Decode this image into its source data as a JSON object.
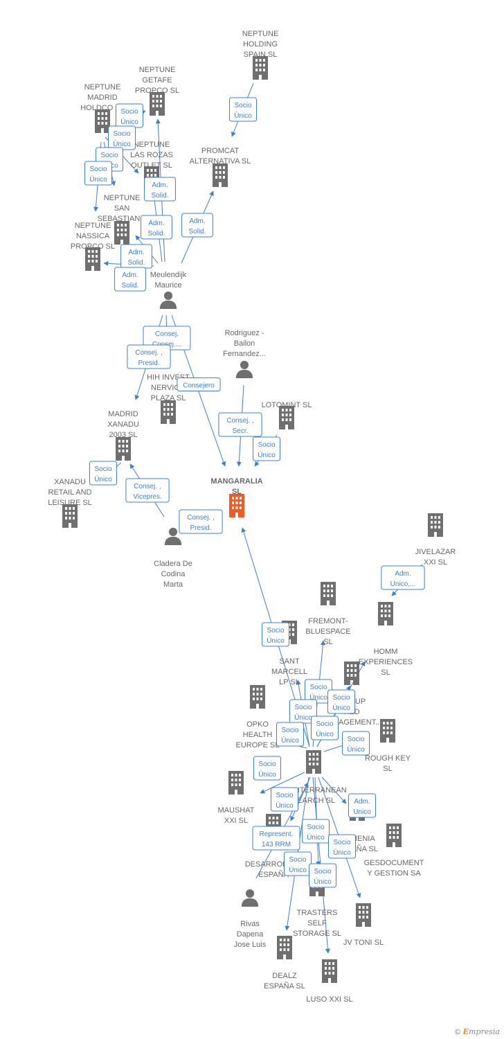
{
  "colors": {
    "building": "#6f6f6f",
    "focus": "#f15a24",
    "person": "#6f6f6f",
    "edge": "#3d7fd1"
  },
  "nodes": [
    {
      "id": "neptune_holding",
      "kind": "company",
      "label": [
        "NEPTUNE",
        "HOLDING",
        "SPAIN  SL"
      ]
    },
    {
      "id": "neptune_getafe",
      "kind": "company",
      "label": [
        "NEPTUNE",
        "GETAFE",
        "PROPCO  SL"
      ]
    },
    {
      "id": "neptune_madrid",
      "kind": "company",
      "label": [
        "NEPTUNE",
        "MADRID",
        "HOLDCO  SL"
      ]
    },
    {
      "id": "neptune_rozas",
      "kind": "company",
      "label": [
        "NEPTUNE",
        "LAS ROZAS",
        "OUTLET  SL"
      ]
    },
    {
      "id": "promcat",
      "kind": "company",
      "label": [
        "PROMCAT",
        "ALTERNATIVA SL"
      ]
    },
    {
      "id": "neptune_sebastian",
      "kind": "company",
      "label": [
        "NEPTUNE",
        "SAN",
        "SEBASTIAN..."
      ]
    },
    {
      "id": "neptune_nassica",
      "kind": "company",
      "label": [
        "NEPTUNE",
        "NASSICA",
        "PROPCO  SL"
      ]
    },
    {
      "id": "meulendijk",
      "kind": "person",
      "label": [
        "Meulendijk",
        "Maurice"
      ]
    },
    {
      "id": "rodriguez",
      "kind": "person",
      "label": [
        "Rodriguez -",
        "Bailon",
        "Fernandez..."
      ]
    },
    {
      "id": "hih",
      "kind": "company",
      "label": [
        "HIH INVEST",
        "NERVION",
        "PLAZA  SL"
      ]
    },
    {
      "id": "lotomint",
      "kind": "company",
      "label": [
        "LOTOMINT  SL"
      ]
    },
    {
      "id": "madrid_xanadu",
      "kind": "company",
      "label": [
        "MADRID",
        "XANADU",
        "2003 SL"
      ]
    },
    {
      "id": "mangaralia",
      "kind": "focus",
      "label": [
        "MANGARALIA",
        "SL"
      ]
    },
    {
      "id": "xanadu_retail",
      "kind": "company",
      "label": [
        "XANADU",
        "RETAIL AND",
        "LEISURE  SL"
      ]
    },
    {
      "id": "cladera",
      "kind": "person",
      "label": [
        "Cladera De",
        "Codina",
        "Marta"
      ]
    },
    {
      "id": "jivelazar",
      "kind": "company",
      "label": [
        "JIVELAZAR",
        "XXI  SL"
      ]
    },
    {
      "id": "fremont",
      "kind": "company",
      "label": [
        "FREMONT-",
        "BLUESPACE",
        "SL"
      ]
    },
    {
      "id": "homm",
      "kind": "company",
      "label": [
        "HOMM",
        "EXPERIENCES",
        "SL"
      ]
    },
    {
      "id": "sant_marcell",
      "kind": "company",
      "label": [
        "SANT",
        "MARCELL",
        "LP  SL"
      ]
    },
    {
      "id": "group_mgmt",
      "kind": "company",
      "label": [
        "GROUP",
        "RED",
        "MANAGEMENT..."
      ]
    },
    {
      "id": "opko",
      "kind": "company",
      "label": [
        "OPKO",
        "HEALTH",
        "EUROPE  SL"
      ]
    },
    {
      "id": "rough_key",
      "kind": "company",
      "label": [
        "ROUGH KEY",
        "SL"
      ]
    },
    {
      "id": "mediterranean",
      "kind": "company",
      "label": [
        "MEDITERRANEAN",
        "SEARCH SL"
      ]
    },
    {
      "id": "maushat",
      "kind": "company",
      "label": [
        "MAUSHAT",
        "XXI  SL"
      ]
    },
    {
      "id": "domenia",
      "kind": "company",
      "label": [
        "DOMENIA",
        "ESPAÑA SL"
      ]
    },
    {
      "id": "gesdocument",
      "kind": "company",
      "label": [
        "GESDOCUMENT",
        "Y GESTION SA"
      ]
    },
    {
      "id": "desarrollos",
      "kind": "company",
      "label": [
        "DESARROLLOS",
        "ESPAÑA"
      ]
    },
    {
      "id": "trasters",
      "kind": "company",
      "label": [
        "TRASTERS",
        "SELF",
        "STORAGE  SL"
      ]
    },
    {
      "id": "rivas",
      "kind": "person",
      "label": [
        "Rivas",
        "Dapena",
        "Jose Luis"
      ]
    },
    {
      "id": "jv_toni",
      "kind": "company",
      "label": [
        "JV TONI  SL"
      ]
    },
    {
      "id": "dealz",
      "kind": "company",
      "label": [
        "DEALZ",
        "ESPAÑA  SL"
      ]
    },
    {
      "id": "luso",
      "kind": "company",
      "label": [
        "LUSO XXI  SL"
      ]
    }
  ],
  "edges": [
    {
      "from": "neptune_holding",
      "to": "promcat",
      "label": [
        "Socio",
        "Único"
      ]
    },
    {
      "from": "meulendijk",
      "to": "promcat",
      "label": [
        "Adm.",
        "Solid."
      ]
    },
    {
      "from": "meulendijk",
      "to": "neptune_getafe",
      "label": [
        "Adm.",
        "Solid."
      ]
    },
    {
      "from": "meulendijk",
      "to": "neptune_rozas",
      "label": [
        "Adm.",
        "Solid."
      ]
    },
    {
      "from": "meulendijk",
      "to": "neptune_sebastian",
      "label": [
        "Adm.",
        "Solid."
      ]
    },
    {
      "from": "meulendijk",
      "to": "neptune_nassica",
      "label": [
        "Adm.",
        "Solid."
      ]
    },
    {
      "from": "neptune_madrid",
      "to": "neptune_getafe",
      "label": [
        "Socio",
        "Único"
      ]
    },
    {
      "from": "neptune_madrid",
      "to": "neptune_rozas",
      "label": [
        "Socio",
        "Único"
      ]
    },
    {
      "from": "neptune_madrid",
      "to": "neptune_sebastian",
      "label": [
        "Socio",
        "Único"
      ]
    },
    {
      "from": "neptune_madrid",
      "to": "neptune_nassica",
      "label": [
        "Socio",
        "Único"
      ]
    },
    {
      "from": "meulendijk",
      "to": "hih",
      "label": [
        "Consej.",
        "Consej...."
      ]
    },
    {
      "from": "meulendijk",
      "to": "madrid_xanadu",
      "label": [
        "Consej. ,",
        "Presid."
      ]
    },
    {
      "from": "meulendijk",
      "to": "mangaralia",
      "label": [
        "Consejero"
      ]
    },
    {
      "from": "rodriguez",
      "to": "mangaralia",
      "label": [
        "Consej. ,",
        "Secr."
      ]
    },
    {
      "from": "lotomint",
      "to": "mangaralia",
      "label": [
        "Socio",
        "Único"
      ]
    },
    {
      "from": "madrid_xanadu",
      "to": "xanadu_retail",
      "label": [
        "Socio",
        "Único"
      ]
    },
    {
      "from": "cladera",
      "to": "madrid_xanadu",
      "label": [
        "Consej. ,",
        "Vicepres."
      ]
    },
    {
      "from": "cladera",
      "to": "mangaralia",
      "label": [
        "Consej. ,",
        "Presid."
      ]
    },
    {
      "from": "jivelazar",
      "to": "homm",
      "label": [
        "Adm.",
        "Unico,..."
      ]
    },
    {
      "from": "mediterranean",
      "to": "mangaralia",
      "label": [
        "Socio",
        "Único"
      ]
    },
    {
      "from": "mediterranean",
      "to": "fremont",
      "label": [
        "Socio",
        "Único"
      ]
    },
    {
      "from": "mediterranean",
      "to": "homm",
      "label": [
        "Socio",
        "Único"
      ]
    },
    {
      "from": "mediterranean",
      "to": "sant_marcell",
      "label": [
        "Socio",
        "Único"
      ]
    },
    {
      "from": "mediterranean",
      "to": "group_mgmt",
      "label": [
        "Socio",
        "Único"
      ]
    },
    {
      "from": "mediterranean",
      "to": "opko",
      "label": [
        "Socio",
        "Único"
      ]
    },
    {
      "from": "mediterranean",
      "to": "rough_key",
      "label": [
        "Socio",
        "Único"
      ]
    },
    {
      "from": "mediterranean",
      "to": "maushat",
      "label": [
        "Socio",
        "Único"
      ]
    },
    {
      "from": "mediterranean",
      "to": "domenia",
      "label": [
        "Adm.",
        "Unico"
      ]
    },
    {
      "from": "mediterranean",
      "to": "desarrollos",
      "label": [
        "Socio",
        "Único"
      ]
    },
    {
      "from": "mediterranean",
      "to": "trasters",
      "label": [
        "Socio",
        "Único"
      ]
    },
    {
      "from": "mediterranean",
      "to": "jv_toni",
      "label": [
        "Socio",
        "Único"
      ]
    },
    {
      "from": "mediterranean",
      "to": "dealz",
      "label": [
        "Socio",
        "Único"
      ]
    },
    {
      "from": "mediterranean",
      "to": "luso",
      "label": [
        "Socio",
        "Único"
      ]
    },
    {
      "from": "rivas",
      "to": "mediterranean",
      "label": [
        "Represent.",
        "143 RRM"
      ]
    }
  ],
  "brand": {
    "copyright": "©",
    "name_first": "E",
    "name_rest": "mpresia"
  }
}
